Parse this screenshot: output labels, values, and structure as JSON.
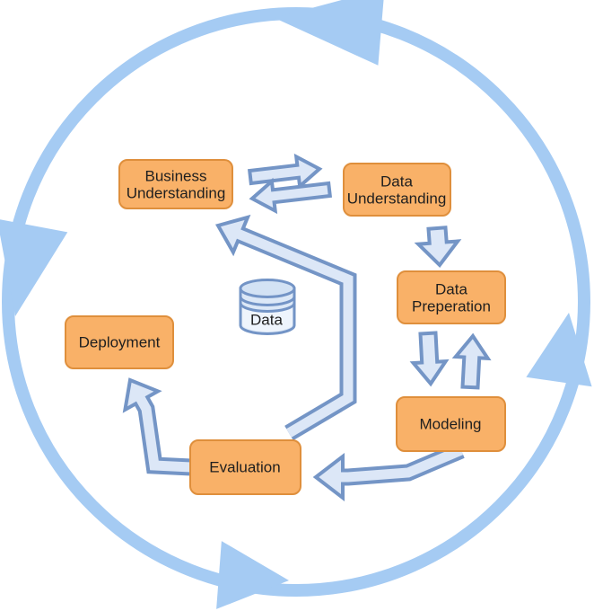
{
  "diagram": {
    "boxes": {
      "business_understanding": {
        "line1": "Business",
        "line2": "Understanding"
      },
      "data_understanding": {
        "line1": "Data",
        "line2": "Understanding"
      },
      "data_preperation": {
        "line1": "Data",
        "line2": "Preperation"
      },
      "modeling": {
        "label": "Modeling"
      },
      "evaluation": {
        "label": "Evaluation"
      },
      "deployment": {
        "label": "Deployment"
      }
    },
    "datastore": {
      "label": "Data"
    }
  },
  "colors": {
    "ring_color": "#a5cbf3",
    "arrow_fill": "#dce7f7",
    "arrow_stroke": "#7495c6",
    "box_fill": "#f9b168",
    "box_border": "#df8f3c",
    "cyl_fill": "#dce8f7",
    "cyl_top": "#d3e2f4",
    "cyl_body": "#eef4fc",
    "cyl_stroke": "#7394c6",
    "text_color": "#1f1f1f"
  }
}
